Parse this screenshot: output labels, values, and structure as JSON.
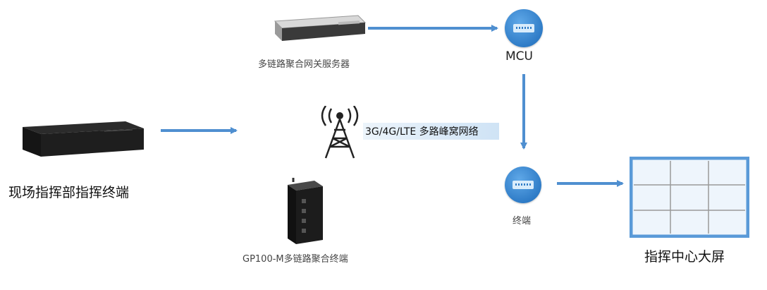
{
  "nodes": {
    "gateway_server": "多链路聚合网关服务器",
    "mcu": "MCU",
    "cellular": "3G/4G/LTE 多路峰窝网络",
    "field_terminal": "现场指挥部指挥终端",
    "gp100_terminal": "GP100-M多链路聚合终端",
    "terminal": "终端",
    "big_screen": "指挥中心大屏"
  },
  "icons": {
    "gateway_server": "rack-server-icon",
    "mcu": "mcu-device-icon",
    "cellular": "cell-tower-icon",
    "field_terminal": "desktop-box-icon",
    "gp100_terminal": "industrial-terminal-icon",
    "terminal": "terminal-device-icon",
    "big_screen": "video-wall-icon"
  },
  "colors": {
    "arrow": "#4f8fd0",
    "circle": "#2f7cc7",
    "network_band": "#cfe3f5",
    "screen_frame": "#5a9ad8"
  }
}
